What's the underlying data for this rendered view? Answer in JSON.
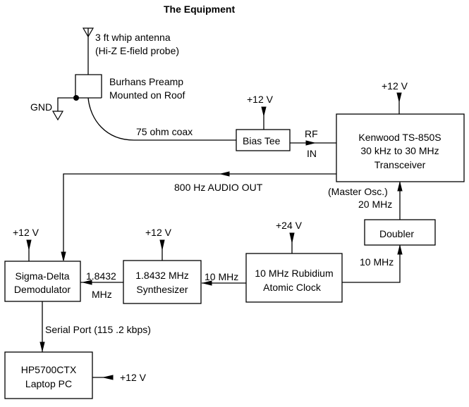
{
  "title": "The Equipment",
  "antenna": {
    "line1": "3 ft whip antenna",
    "line2": "(Hi-Z  E-field probe)"
  },
  "preamp": {
    "line1": "Burhans Preamp",
    "line2": "Mounted on Roof"
  },
  "gnd_label": "GND",
  "coax_label": "75 ohm coax",
  "bias_tee": {
    "label": "Bias Tee",
    "power": "+12 V"
  },
  "rf_in": {
    "line1": "RF",
    "line2": "IN"
  },
  "transceiver": {
    "line1": "Kenwood  TS-850S",
    "line2": "30 kHz to 30 MHz",
    "line3": "Transceiver",
    "power": "+12 V"
  },
  "audio_out_label": "800 Hz  AUDIO OUT",
  "master_osc": {
    "line1": "(Master Osc.)",
    "line2": "20 MHz"
  },
  "doubler": {
    "label": "Doubler"
  },
  "doubler_input_label": "10 MHz",
  "rubidium": {
    "line1": "10 MHz Rubidium",
    "line2": "Atomic Clock",
    "power": "+24 V"
  },
  "synth_input_label": "10 MHz",
  "synthesizer": {
    "line1": "1.8432 MHz",
    "line2": "Synthesizer",
    "power": "+12 V"
  },
  "demod_input": {
    "line1": "1.8432",
    "line2": "MHz"
  },
  "demodulator": {
    "line1": "Sigma-Delta",
    "line2": "Demodulator",
    "power": "+12 V"
  },
  "serial_label": "Serial Port (115 .2 kbps)",
  "laptop": {
    "line1": "HP5700CTX",
    "line2": "Laptop PC",
    "power": "+12 V"
  }
}
